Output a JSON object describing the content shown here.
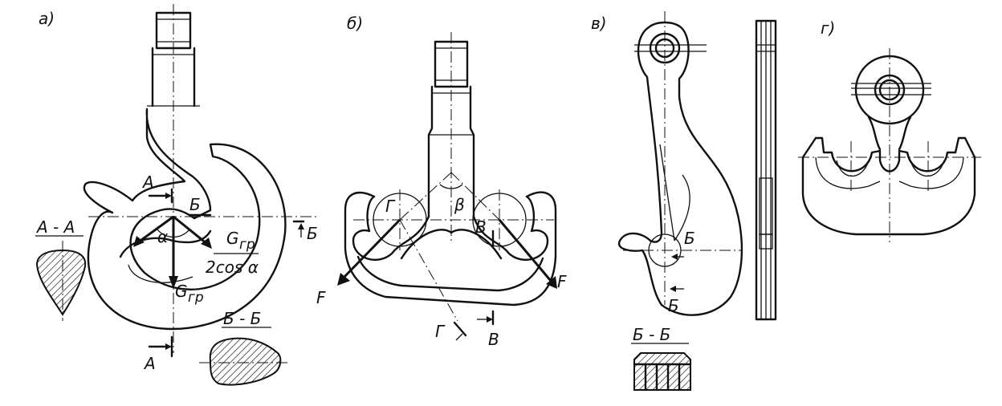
{
  "panels": {
    "a": "а)",
    "b": "б)",
    "v": "в)",
    "g": "г)"
  },
  "panel_a": {
    "section_A": "А",
    "section_A_lower": "А",
    "section_B": "Б",
    "section_B_right": "Б",
    "alpha": "α",
    "force_top": "G",
    "force_top_sub": "гр",
    "force_mid": "2cos α",
    "force_bottom": "G",
    "force_bottom_sub": "гр",
    "section_AA_title": "А - А",
    "section_BB_title": "Б - Б"
  },
  "panel_b": {
    "G_left": "Г",
    "V_right": "В",
    "beta": "β",
    "F_left": "F",
    "F_right": "F",
    "G_cut": "Г",
    "V_cut": "В"
  },
  "panel_v": {
    "section_B": "Б",
    "section_B_lower": "Б",
    "section_BB_title": "Б - Б"
  }
}
